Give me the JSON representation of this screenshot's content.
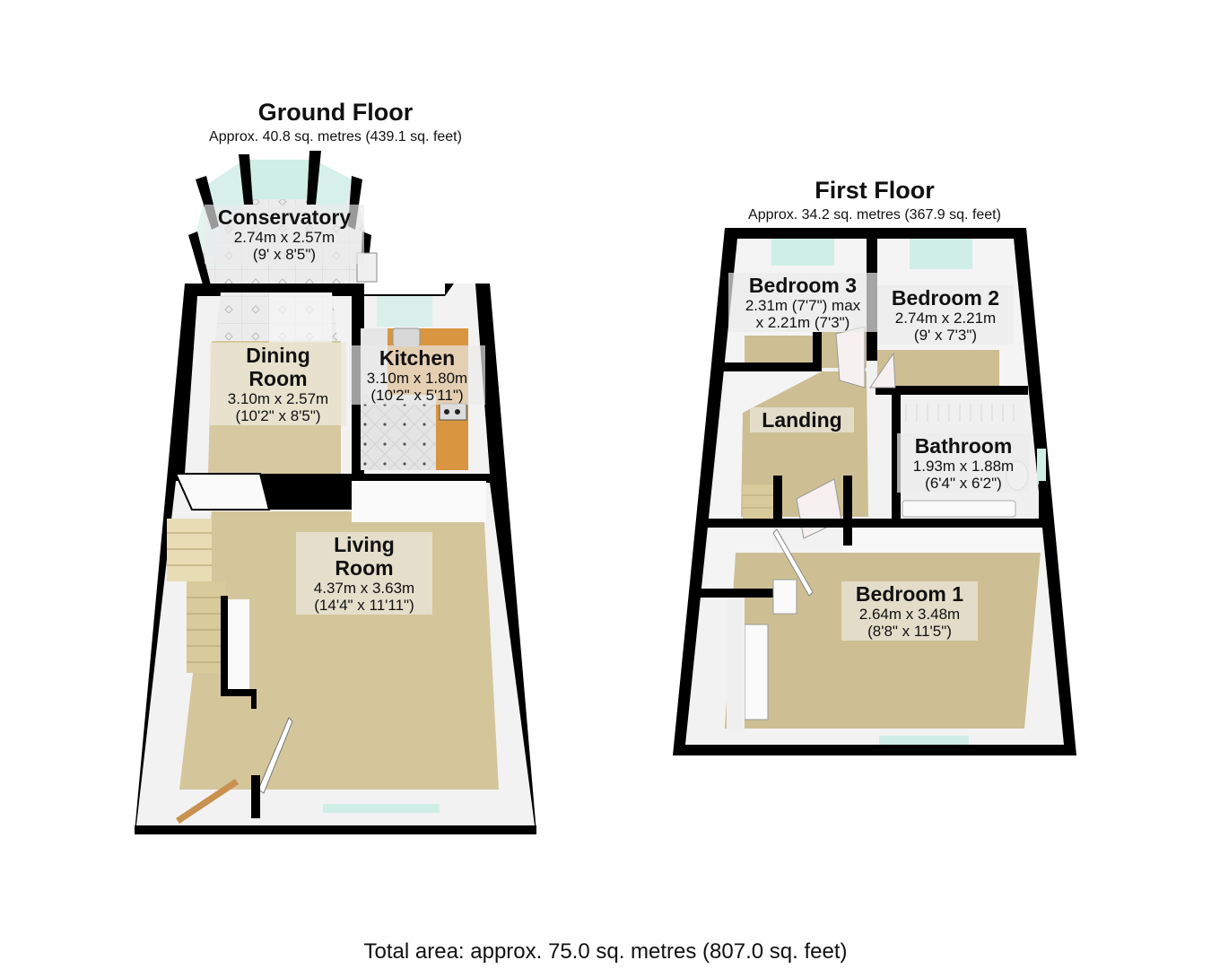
{
  "ground_floor": {
    "title": "Ground Floor",
    "area": "Approx. 40.8 sq. metres (439.1 sq. feet)",
    "rooms": [
      {
        "name": "Conservatory",
        "dim_metric": "2.74m x 2.57m",
        "dim_imperial": "(9' x 8'5\")"
      },
      {
        "name_line1": "Dining",
        "name_line2": "Room",
        "dim_metric": "3.10m x 2.57m",
        "dim_imperial": "(10'2\" x 8'5\")"
      },
      {
        "name": "Kitchen",
        "dim_metric": "3.10m x 1.80m",
        "dim_imperial": "(10'2\" x 5'11\")"
      },
      {
        "name_line1": "Living",
        "name_line2": "Room",
        "dim_metric": "4.37m x 3.63m",
        "dim_imperial": "(14'4\" x 11'11\")"
      }
    ]
  },
  "first_floor": {
    "title": "First Floor",
    "area": "Approx. 34.2 sq. metres (367.9 sq. feet)",
    "rooms": [
      {
        "name": "Bedroom 3",
        "dim_line1": "2.31m (7'7\") max",
        "dim_line2": "x 2.21m (7'3\")"
      },
      {
        "name": "Bedroom 2",
        "dim_metric": "2.74m x 2.21m",
        "dim_imperial": "(9' x 7'3\")"
      },
      {
        "name": "Landing"
      },
      {
        "name": "Bathroom",
        "dim_metric": "1.93m x 1.88m",
        "dim_imperial": "(6'4\" x 6'2\")"
      },
      {
        "name": "Bedroom 1",
        "dim_metric": "2.64m x 3.48m",
        "dim_imperial": "(8'8\" x 11'5\")"
      }
    ]
  },
  "total_area": "Total area: approx. 75.0 sq. metres (807.0 sq. feet)",
  "colors": {
    "wall": "#000000",
    "inner_wall": "#f4f4f4",
    "carpet": "#cdbf93",
    "kitchen_counter": "#d9953f",
    "tile": "#e2e2e2",
    "glass": "#cfeee6"
  }
}
